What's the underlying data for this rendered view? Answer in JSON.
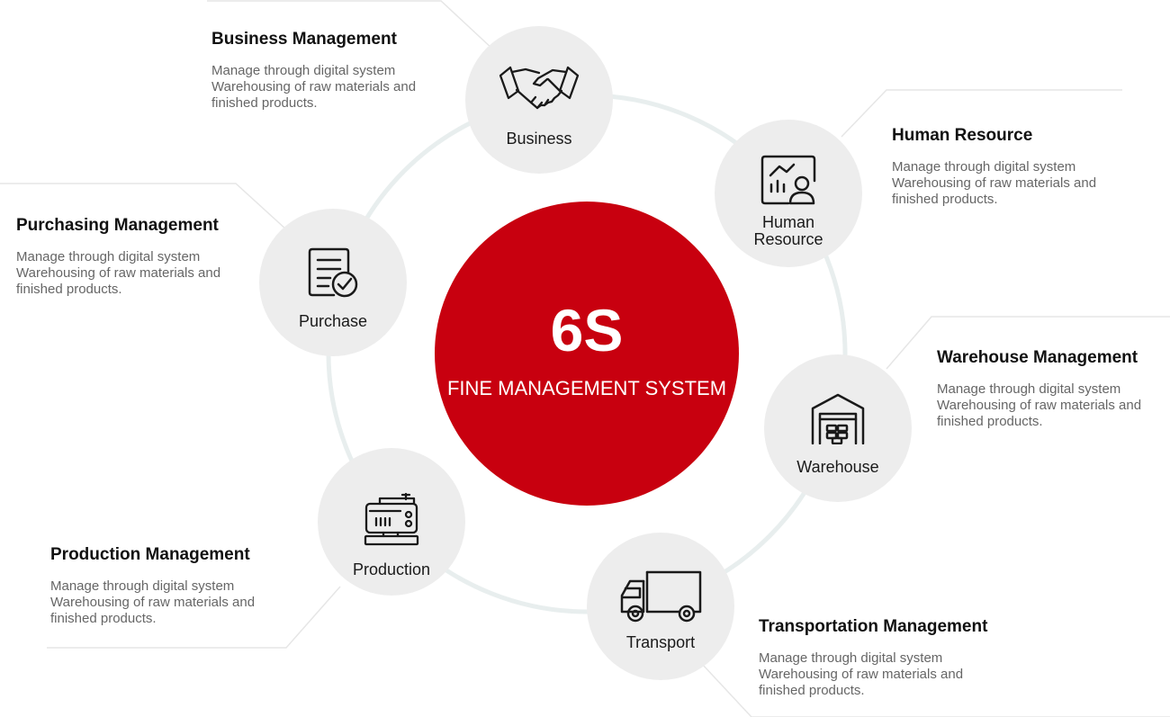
{
  "center": {
    "title": "6S",
    "subtitle": "FINE MANAGEMENT SYSTEM"
  },
  "nodes": [
    {
      "label": "Business",
      "icon": "handshake-icon"
    },
    {
      "label": "Human Resource",
      "icon": "hr-dashboard-icon"
    },
    {
      "label": "Warehouse",
      "icon": "warehouse-icon"
    },
    {
      "label": "Transport",
      "icon": "truck-icon"
    },
    {
      "label": "Production",
      "icon": "sewing-machine-icon"
    },
    {
      "label": "Purchase",
      "icon": "document-check-icon"
    }
  ],
  "blocks": [
    {
      "title": "Business Management",
      "line1": "Manage through digital system",
      "line2": "Warehousing of raw materials and",
      "line3": "finished products."
    },
    {
      "title": "Human Resource",
      "line1": "Manage through digital system",
      "line2": "Warehousing of raw materials and",
      "line3": "finished products."
    },
    {
      "title": "Warehouse Management",
      "line1": "Manage through digital system",
      "line2": "Warehousing of raw materials and",
      "line3": "finished products."
    },
    {
      "title": "Transportation Management",
      "line1": "Manage through digital system",
      "line2": "Warehousing of raw materials and",
      "line3": "finished products."
    },
    {
      "title": "Production Management",
      "line1": "Manage through digital system",
      "line2": "Warehousing of raw materials and",
      "line3": "finished products."
    },
    {
      "title": "Purchasing Management",
      "line1": "Manage through digital system",
      "line2": "Warehousing of raw materials and",
      "line3": "finished products."
    }
  ],
  "colors": {
    "accent": "#c8000f",
    "node_bg": "#ededed",
    "ring": "#e8eeee",
    "connector": "#e6e6e6"
  }
}
